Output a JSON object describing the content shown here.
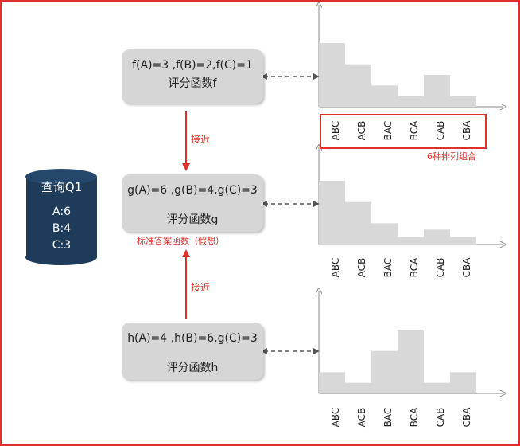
{
  "query": {
    "title": "查询Q1",
    "lines": [
      "A:6",
      "B:4",
      "C:3"
    ]
  },
  "boxes": [
    {
      "line1": "f(A)=3 ,f(B)=2,f(C)=1",
      "line2": "评分函数f"
    },
    {
      "line1": "g(A)=6 ,g(B)=4,g(C)=3",
      "line2": "评分函数g"
    },
    {
      "line1": "h(A)=4 ,h(B)=6,g(C)=3",
      "line2": "评分函数h"
    }
  ],
  "labels": {
    "approach_top": "接近",
    "approach_bottom": "接近",
    "standard": "标准答案函数（假想）",
    "permutations": "6种排列组合"
  },
  "chart_data": [
    {
      "type": "bar",
      "categories": [
        "ABC",
        "ACB",
        "BAC",
        "BCA",
        "CAB",
        "CBA"
      ],
      "values": [
        6,
        4,
        2,
        1,
        3,
        1
      ]
    },
    {
      "type": "bar",
      "categories": [
        "ABC",
        "ACB",
        "BAC",
        "BCA",
        "CAB",
        "CBA"
      ],
      "values": [
        6,
        4,
        2,
        0.7,
        1.4,
        0.7
      ]
    },
    {
      "type": "bar",
      "categories": [
        "ABC",
        "ACB",
        "BAC",
        "BCA",
        "CAB",
        "CBA"
      ],
      "values": [
        2,
        1,
        4,
        6,
        1,
        2
      ]
    }
  ],
  "colors": {
    "bar": "#d8d8d8",
    "accent": "#e0302c",
    "cylinder": "#1f3b5a",
    "box": "#d6d6d6"
  }
}
